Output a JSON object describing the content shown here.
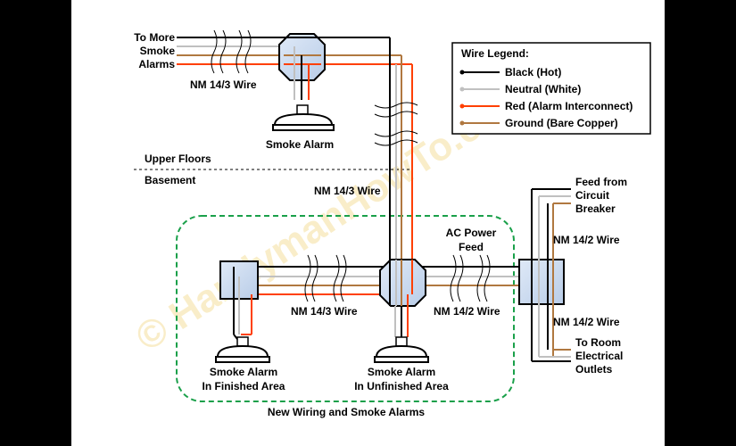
{
  "legend": {
    "title": "Wire Legend:",
    "items": [
      {
        "label": "Black (Hot)",
        "color": "#000000"
      },
      {
        "label": "Neutral (White)",
        "color": "#c0c0c0"
      },
      {
        "label": "Red (Alarm Interconnect)",
        "color": "#ff4000"
      },
      {
        "label": "Ground (Bare Copper)",
        "color": "#b07840"
      }
    ]
  },
  "labels": {
    "to_more_1": "To More",
    "to_more_2": "Smoke",
    "to_more_3": "Alarms",
    "nm143_top": "NM 14/3 Wire",
    "smoke_alarm_top": "Smoke Alarm",
    "upper_floors": "Upper Floors",
    "basement": "Basement",
    "nm143_mid": "NM 14/3 Wire",
    "feed_1": "Feed from",
    "feed_2": "Circuit",
    "feed_3": "Breaker",
    "nm142_right_top": "NM 14/2 Wire",
    "ac_power_1": "AC Power",
    "ac_power_2": "Feed",
    "nm143_bottom": "NM 14/3 Wire",
    "nm142_bottom": "NM 14/2 Wire",
    "nm142_right_bottom": "NM 14/2 Wire",
    "to_room_1": "To Room",
    "to_room_2": "Electrical",
    "to_room_3": "Outlets",
    "alarm_finished_1": "Smoke Alarm",
    "alarm_finished_2": "In Finished Area",
    "alarm_unfinished_1": "Smoke Alarm",
    "alarm_unfinished_2": "In Unfinished Area",
    "new_wiring": "New Wiring and Smoke Alarms"
  },
  "watermark": "© HandymanHowTo.com"
}
